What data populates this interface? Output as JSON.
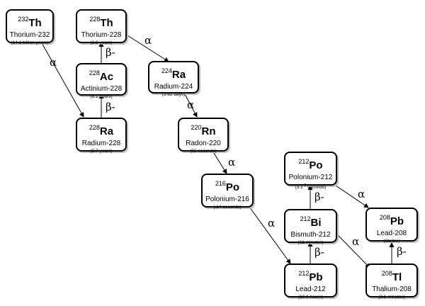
{
  "nodes": {
    "th232": {
      "mass": "232",
      "symbol": "Th",
      "name": "Thorium-232",
      "half_life": "(14.1 billion years)"
    },
    "th228": {
      "mass": "228",
      "symbol": "Th",
      "name": "Thorium-228",
      "half_life": "(1.9 years)"
    },
    "ac228": {
      "mass": "228",
      "symbol": "Ac",
      "name": "Actinium-228",
      "half_life": "(6.1 hours)"
    },
    "ra228": {
      "mass": "228",
      "symbol": "Ra",
      "name": "Radium-228",
      "half_life": "(5.7 years)"
    },
    "ra224": {
      "mass": "224",
      "symbol": "Ra",
      "name": "Radium-224",
      "half_life": "(3.62 days)"
    },
    "rn220": {
      "mass": "220",
      "symbol": "Rn",
      "name": "Radon-220",
      "half_life": "(55 seconds)"
    },
    "po216": {
      "mass": "216",
      "symbol": "Po",
      "name": "Polonium-216",
      "half_life": "(.14 seconds)"
    },
    "po212": {
      "mass": "212",
      "symbol": "Po",
      "name": "Polonium-212",
      "half_life_base": "(3.1",
      "half_life_exp": "-2",
      "half_life_rest": " seconds)"
    },
    "bi212": {
      "mass": "212",
      "symbol": "Bi",
      "name": "Bismuth-212",
      "half_life": "(61 minutes)"
    },
    "pb212": {
      "mass": "212",
      "symbol": "Pb",
      "name": "Lead-212",
      "half_life": "(10.6 hours)"
    },
    "pb208": {
      "mass": "208",
      "symbol": "Pb",
      "name": "Lead-208",
      "half_life": "(Stable)"
    },
    "tl208": {
      "mass": "208",
      "symbol": "Tl",
      "name": "Thalium-208",
      "half_life": "(3.1 minutes)"
    }
  },
  "decay_labels": {
    "alpha": "α",
    "beta": "β-"
  }
}
